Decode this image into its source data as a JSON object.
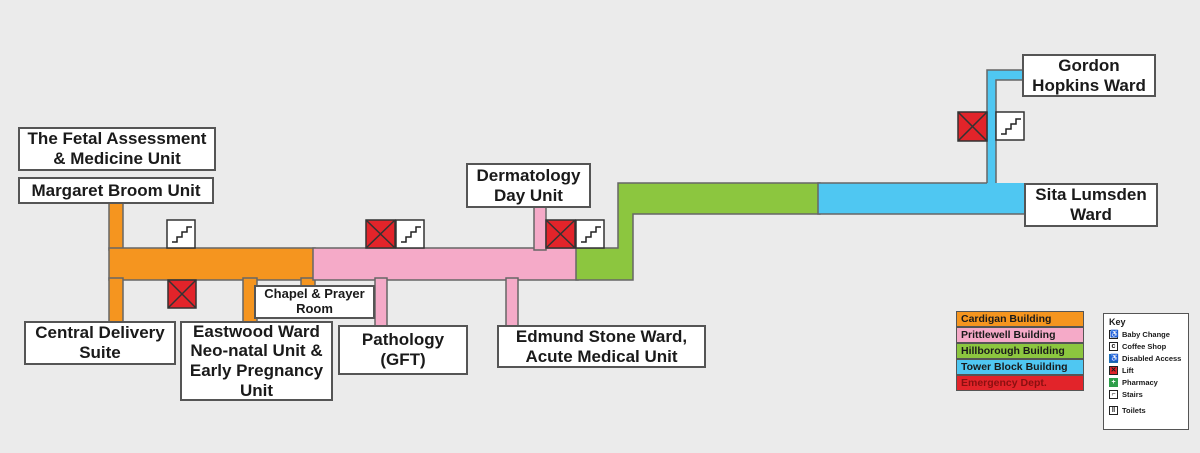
{
  "colors": {
    "cardigan": "#f5951f",
    "prittlewell": "#f5aac8",
    "hillborough": "#8cc63f",
    "tower_block": "#4fc7f2",
    "emergency": "#e2242a",
    "lift": "#e2242a"
  },
  "locations": {
    "fetal_assessment": "The Fetal Assessment\n& Medicine Unit",
    "margaret_broom": "Margaret Broom Unit",
    "central_delivery": "Central Delivery\nSuite",
    "eastwood_ward": "Eastwood Ward\nNeo-natal Unit &\nEarly Pregnancy\nUnit",
    "chapel": "Chapel & Prayer\nRoom",
    "pathology": "Pathology\n(GFT)",
    "dermatology": "Dermatology\nDay Unit",
    "edmund_stone": "Edmund Stone Ward,\nAcute Medical Unit",
    "gordon_hopkins": "Gordon\nHopkins Ward",
    "sita_lumsden": "Sita Lumsden\nWard"
  },
  "legend": [
    {
      "label": "Cardigan Building",
      "color": "#f5951f"
    },
    {
      "label": "Prittlewell Building",
      "color": "#f5aac8"
    },
    {
      "label": "Hillborough Building",
      "color": "#8cc63f"
    },
    {
      "label": "Tower Block Building",
      "color": "#4fc7f2"
    },
    {
      "label": "Emergency Dept.",
      "color": "#e2242a"
    }
  ],
  "key": {
    "title": "Key",
    "items": [
      {
        "label": "Baby Change",
        "icon": "baby-change-icon"
      },
      {
        "label": "Coffee Shop",
        "icon": "coffee-cup-icon"
      },
      {
        "label": "Disabled Access",
        "icon": "wheelchair-icon"
      },
      {
        "label": "Lift",
        "icon": "lift-icon"
      },
      {
        "label": "Pharmacy",
        "icon": "pharmacy-cross-icon"
      },
      {
        "label": "Stairs",
        "icon": "stairs-icon"
      },
      {
        "label": "Toilets",
        "icon": "toilets-icon"
      }
    ]
  }
}
